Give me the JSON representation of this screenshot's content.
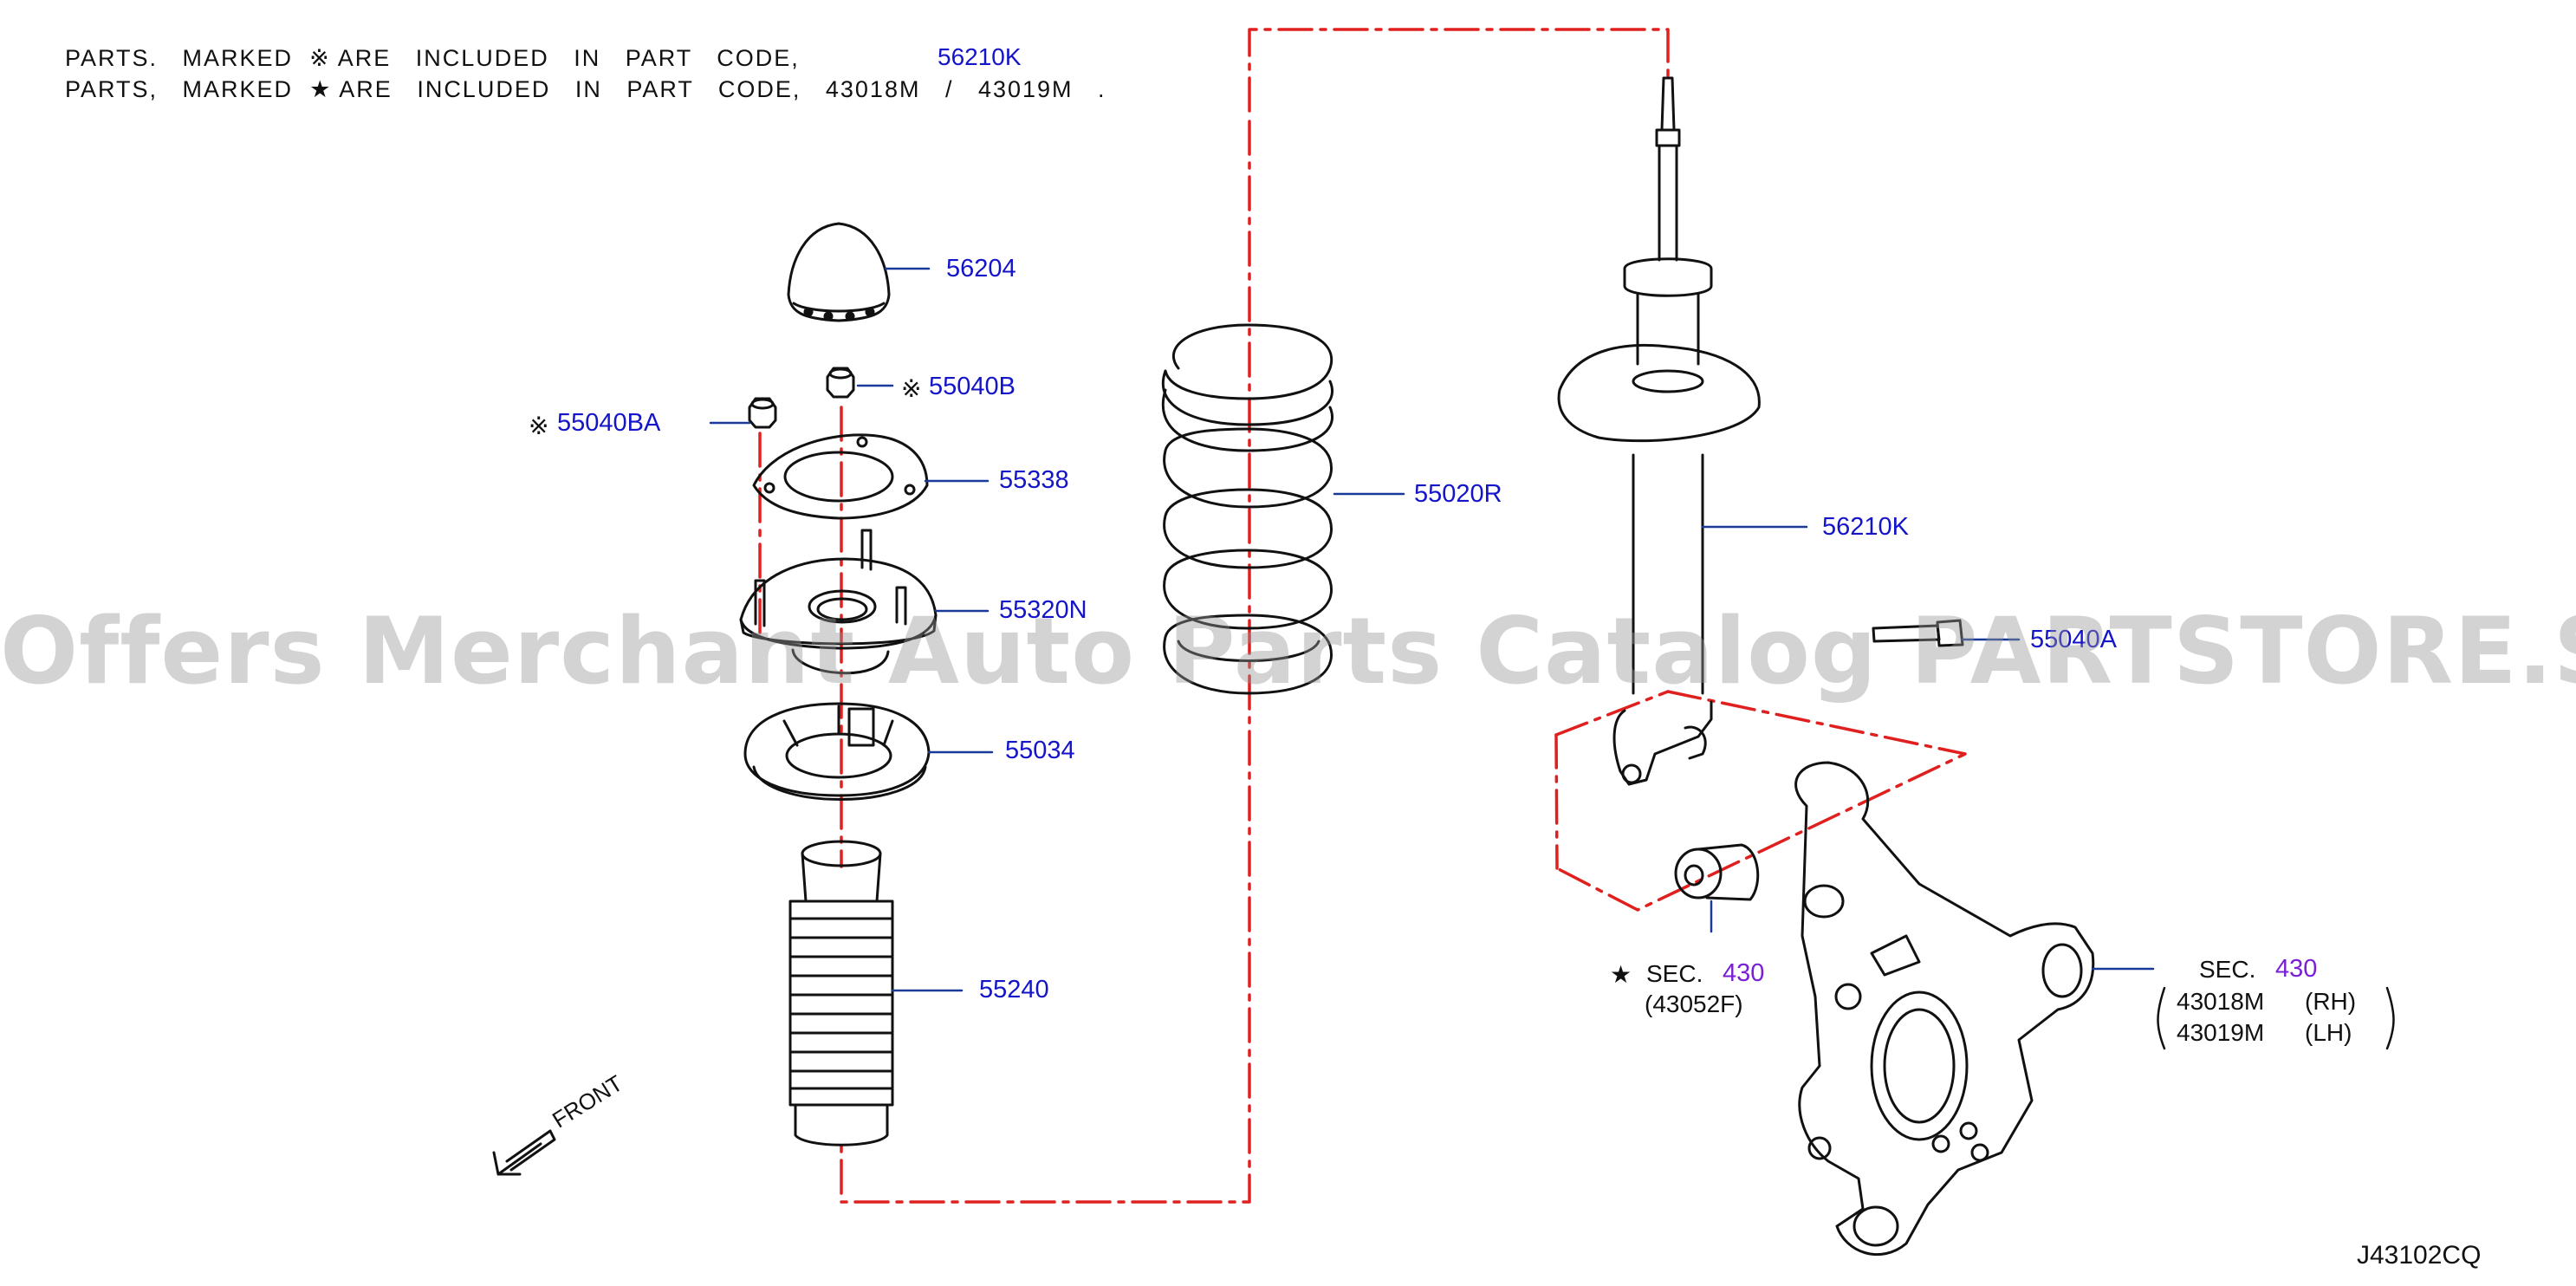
{
  "notes": {
    "line1_prefix": "PARTS.   MARKED  ",
    "line1_mark": "※",
    "line1_suffix": " ARE   INCLUDED   IN   PART   CODE,",
    "line1_code": "56210K",
    "line2_prefix": "PARTS,   MARKED  ",
    "line2_mark": "★",
    "line2_suffix": " ARE   INCLUDED   IN   PART   CODE,   43018M   /   43019M   ."
  },
  "marks": {
    "ref_mark": "※",
    "star_mark": "★"
  },
  "parts": {
    "p56204": "56204",
    "p55040B": "55040B",
    "p55040BA": "55040BA",
    "p55338": "55338",
    "p55320N": "55320N",
    "p55034": "55034",
    "p55240": "55240",
    "p55020R": "55020R",
    "p56210K": "56210K",
    "p55040A": "55040A"
  },
  "sections": {
    "sec_label": "SEC.",
    "sec_num": "430",
    "bushing_code": "(43052F)",
    "knuckle_rh_code": "43018M",
    "knuckle_rh_side": "(RH)",
    "knuckle_lh_code": "43019M",
    "knuckle_lh_side": "(LH)"
  },
  "front_label": "FRONT",
  "diagram_code": "J43102CQ",
  "watermark": "Offers Merchant Auto Parts Catalog PARTSTORE.SA",
  "colors": {
    "callout": "#1414c8",
    "leader": "#1a3a9a",
    "guide": "#e0201e",
    "section": "#7a1fd6"
  }
}
